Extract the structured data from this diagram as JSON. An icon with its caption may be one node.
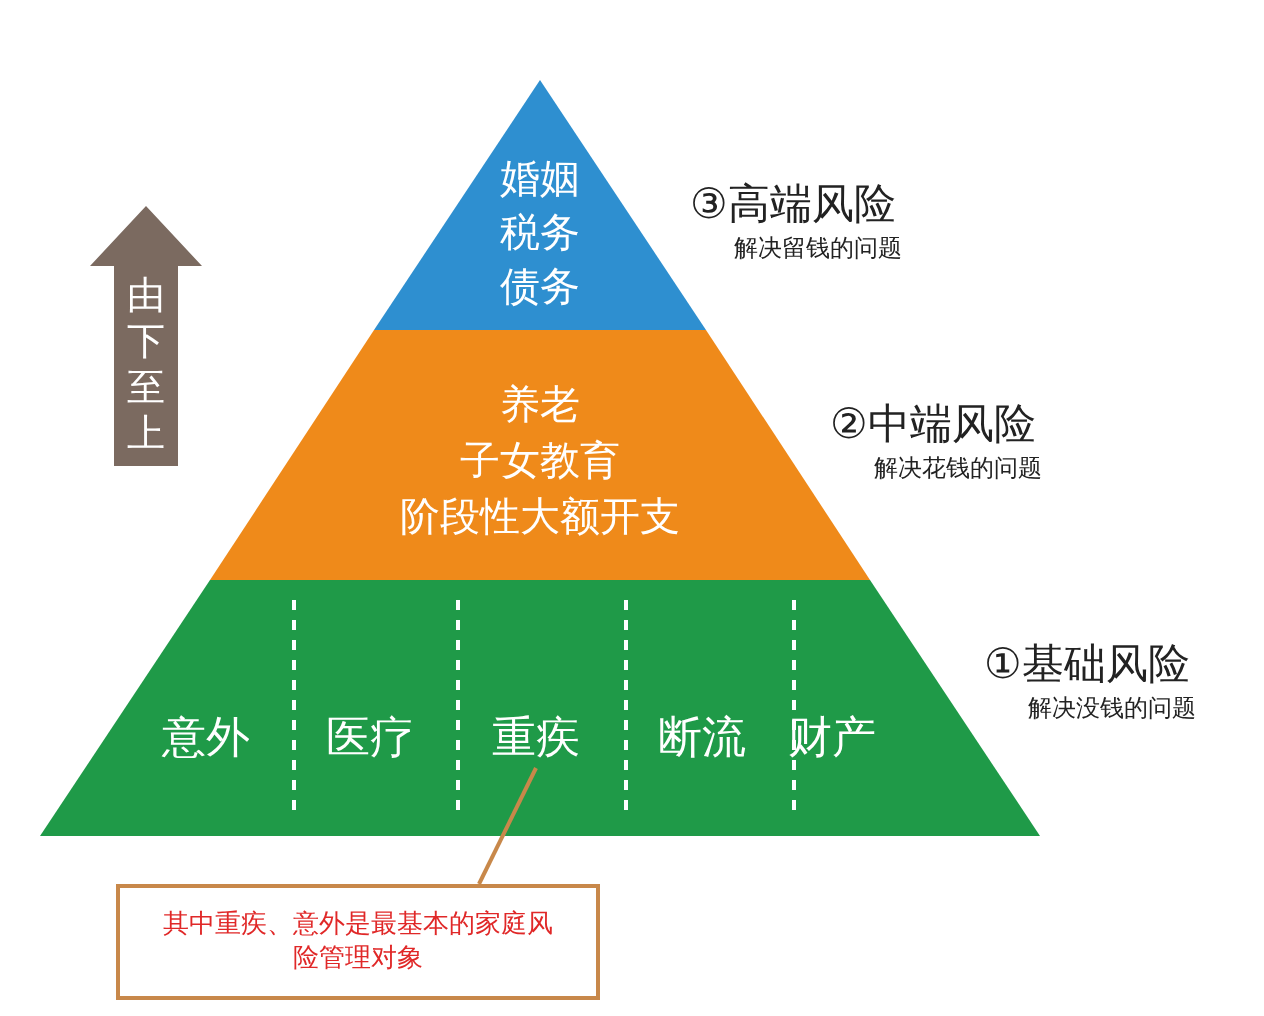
{
  "diagram": {
    "nodes": [
      {
        "text": [
          "婚姻",
          "税务",
          "债务"
        ],
        "beside": [
          "③高端风险",
          "解决留钱的问题"
        ]
      },
      {
        "text": [
          "养老",
          "子女教育",
          "阶段性大额开支"
        ],
        "beside": [
          "②中端风险",
          "解决花钱的问题"
        ]
      },
      {
        "text": [],
        "shape": "trapezoid",
        "beside": [
          "①基础风险",
          "解决没钱的问题"
        ]
      },
      {
        "text": [
          "意外"
        ],
        "in": 2
      },
      {
        "text": [
          "医疗"
        ],
        "in": 2
      },
      {
        "text": [
          "重疾"
        ],
        "in": 2
      },
      {
        "text": [
          "断流"
        ],
        "in": 2
      },
      {
        "text": [
          "财产"
        ],
        "in": 2
      },
      {
        "text": [
          "其中重疾、意外是最基本的家庭风险管理对象"
        ]
      },
      {
        "text": [
          "由下至上"
        ]
      }
    ],
    "edges": [
      {
        "from": 8,
        "to": 5,
        "arrow": "none",
        "color": "#c8884a"
      }
    ]
  }
}
